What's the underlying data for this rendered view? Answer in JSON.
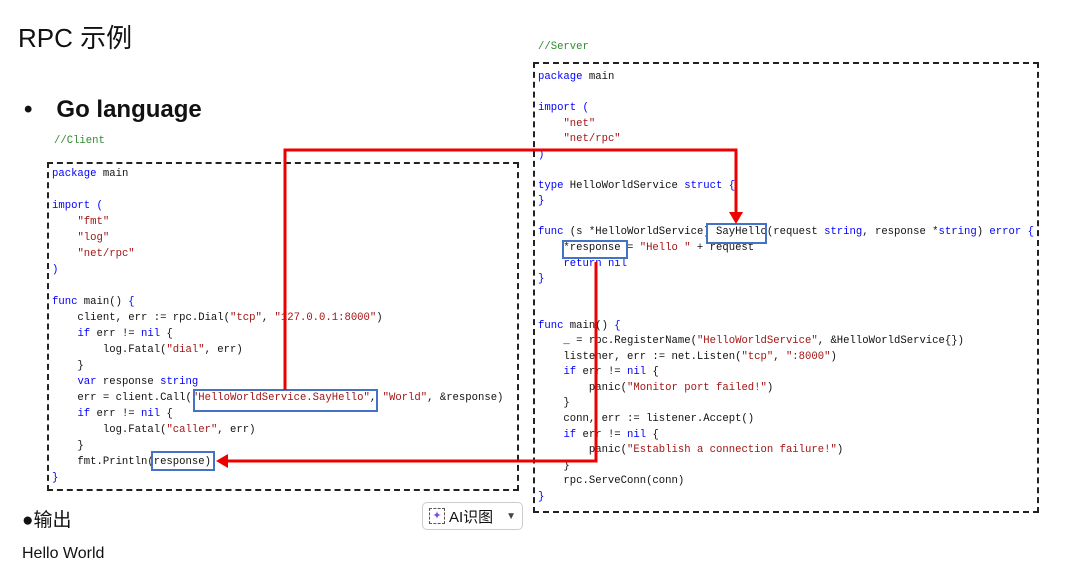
{
  "title": "RPC 示例",
  "bullet": {
    "dot": "•",
    "label": "Go language"
  },
  "client": {
    "comment": "//Client",
    "lines": [
      [
        [
          "kw",
          "package"
        ],
        [
          "tx",
          " main"
        ]
      ],
      [],
      [
        [
          "kw",
          "import"
        ],
        [
          "tx",
          " "
        ],
        [
          "kw",
          "("
        ]
      ],
      [
        [
          "tx",
          "    "
        ],
        [
          "str",
          "\"fmt\""
        ]
      ],
      [
        [
          "tx",
          "    "
        ],
        [
          "str",
          "\"log\""
        ]
      ],
      [
        [
          "tx",
          "    "
        ],
        [
          "str",
          "\"net/rpc\""
        ]
      ],
      [
        [
          "kw",
          ")"
        ]
      ],
      [],
      [
        [
          "kw",
          "func"
        ],
        [
          "tx",
          " main() "
        ],
        [
          "kw",
          "{"
        ]
      ],
      [
        [
          "tx",
          "    client, err := rpc.Dial("
        ],
        [
          "str",
          "\"tcp\""
        ],
        [
          "tx",
          ", "
        ],
        [
          "str",
          "\"127.0.0.1:8000\""
        ],
        [
          "tx",
          ")"
        ]
      ],
      [
        [
          "tx",
          "    "
        ],
        [
          "kw",
          "if"
        ],
        [
          "tx",
          " err != "
        ],
        [
          "kw",
          "nil"
        ],
        [
          "tx",
          " {"
        ]
      ],
      [
        [
          "tx",
          "        log.Fatal("
        ],
        [
          "str",
          "\"dial\""
        ],
        [
          "tx",
          ", err)"
        ]
      ],
      [
        [
          "tx",
          "    }"
        ]
      ],
      [
        [
          "tx",
          "    "
        ],
        [
          "kw",
          "var"
        ],
        [
          "tx",
          " response "
        ],
        [
          "kw",
          "string"
        ]
      ],
      [
        [
          "tx",
          "    err = client.Call("
        ],
        [
          "str",
          "\"HelloWorldService.SayHello\""
        ],
        [
          "tx",
          ", "
        ],
        [
          "str",
          "\"World\""
        ],
        [
          "tx",
          ", &response)"
        ]
      ],
      [
        [
          "tx",
          "    "
        ],
        [
          "kw",
          "if"
        ],
        [
          "tx",
          " err != "
        ],
        [
          "kw",
          "nil"
        ],
        [
          "tx",
          " {"
        ]
      ],
      [
        [
          "tx",
          "        log.Fatal("
        ],
        [
          "str",
          "\"caller\""
        ],
        [
          "tx",
          ", err)"
        ]
      ],
      [
        [
          "tx",
          "    }"
        ]
      ],
      [
        [
          "tx",
          "    fmt.Println(response)"
        ]
      ],
      [
        [
          "kw",
          "}"
        ]
      ]
    ]
  },
  "server": {
    "comment": "//Server",
    "lines": [
      [
        [
          "kw",
          "package"
        ],
        [
          "tx",
          " main"
        ]
      ],
      [],
      [
        [
          "kw",
          "import"
        ],
        [
          "tx",
          " "
        ],
        [
          "kw",
          "("
        ]
      ],
      [
        [
          "tx",
          "    "
        ],
        [
          "str",
          "\"net\""
        ]
      ],
      [
        [
          "tx",
          "    "
        ],
        [
          "str",
          "\"net/rpc\""
        ]
      ],
      [
        [
          "kw",
          ")"
        ]
      ],
      [],
      [
        [
          "kw",
          "type"
        ],
        [
          "tx",
          " HelloWorldService "
        ],
        [
          "kw",
          "struct"
        ],
        [
          "tx",
          " "
        ],
        [
          "kw",
          "{"
        ]
      ],
      [
        [
          "kw",
          "}"
        ]
      ],
      [],
      [
        [
          "kw",
          "func"
        ],
        [
          "tx",
          " (s *HelloWorldService) SayHello(request "
        ],
        [
          "kw",
          "string"
        ],
        [
          "tx",
          ", response *"
        ],
        [
          "kw",
          "string"
        ],
        [
          "tx",
          ") "
        ],
        [
          "kw",
          "error"
        ],
        [
          "tx",
          " "
        ],
        [
          "kw",
          "{"
        ]
      ],
      [
        [
          "tx",
          "    *response = "
        ],
        [
          "str",
          "\"Hello \""
        ],
        [
          "tx",
          " + request"
        ]
      ],
      [
        [
          "tx",
          "    "
        ],
        [
          "kw",
          "return"
        ],
        [
          "tx",
          " "
        ],
        [
          "kw",
          "nil"
        ]
      ],
      [
        [
          "kw",
          "}"
        ]
      ],
      [],
      [],
      [
        [
          "kw",
          "func"
        ],
        [
          "tx",
          " main() "
        ],
        [
          "kw",
          "{"
        ]
      ],
      [
        [
          "tx",
          "    _ = rpc.RegisterName("
        ],
        [
          "str",
          "\"HelloWorldService\""
        ],
        [
          "tx",
          ", &HelloWorldService{})"
        ]
      ],
      [
        [
          "tx",
          "    listener, err := net.Listen("
        ],
        [
          "str",
          "\"tcp\""
        ],
        [
          "tx",
          ", "
        ],
        [
          "str",
          "\":8000\""
        ],
        [
          "tx",
          ")"
        ]
      ],
      [
        [
          "tx",
          "    "
        ],
        [
          "kw",
          "if"
        ],
        [
          "tx",
          " err != "
        ],
        [
          "kw",
          "nil"
        ],
        [
          "tx",
          " {"
        ]
      ],
      [
        [
          "tx",
          "        panic("
        ],
        [
          "str",
          "\"Monitor port failed!\""
        ],
        [
          "tx",
          ")"
        ]
      ],
      [
        [
          "tx",
          "    }"
        ]
      ],
      [
        [
          "tx",
          "    conn, err := listener.Accept()"
        ]
      ],
      [
        [
          "tx",
          "    "
        ],
        [
          "kw",
          "if"
        ],
        [
          "tx",
          " err != "
        ],
        [
          "kw",
          "nil"
        ],
        [
          "tx",
          " {"
        ]
      ],
      [
        [
          "tx",
          "        panic("
        ],
        [
          "str",
          "\"Establish a connection failure!\""
        ],
        [
          "tx",
          ")"
        ]
      ],
      [
        [
          "tx",
          "    }"
        ]
      ],
      [
        [
          "tx",
          "    rpc.ServeConn(conn)"
        ]
      ],
      [
        [
          "kw",
          "}"
        ]
      ]
    ]
  },
  "output": {
    "label": "●输出",
    "value": "Hello World"
  },
  "ai_button": {
    "icon": "ai-sparkle-icon",
    "label": "AI识图",
    "chevron": "⌄"
  },
  "colors": {
    "keyword": "#0000ff",
    "string": "#a31515",
    "arrow": "#ee0000",
    "highlight": "#4472c4"
  }
}
